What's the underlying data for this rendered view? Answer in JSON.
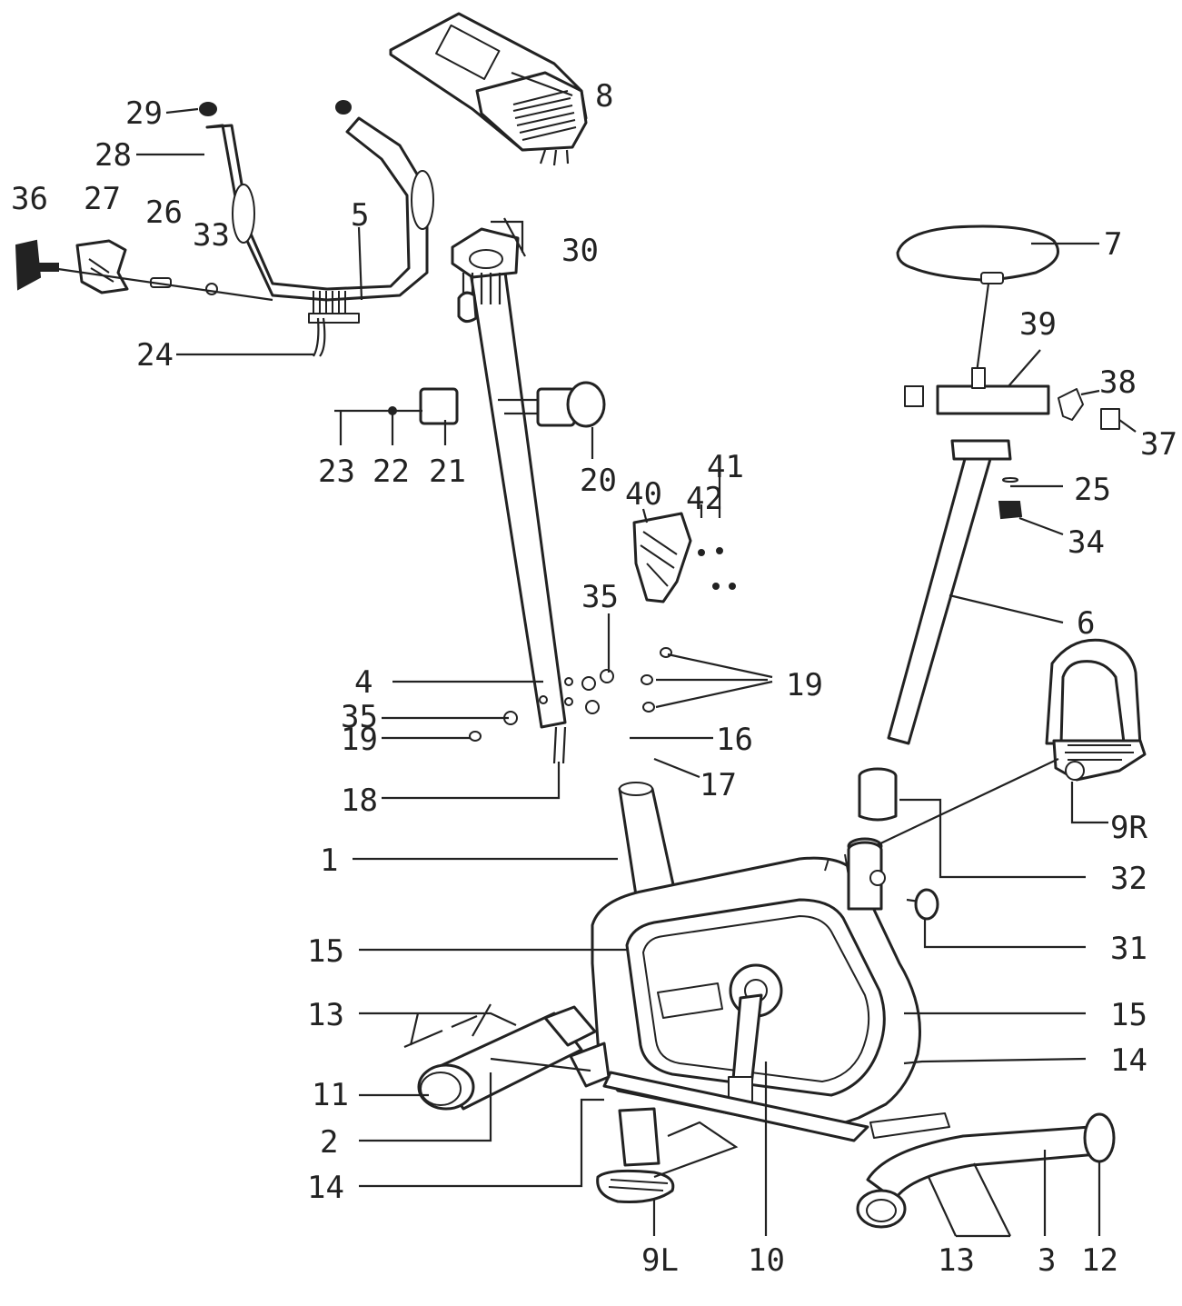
{
  "callouts": {
    "c1": "1",
    "c2": "2",
    "c3": "3",
    "c4": "4",
    "c5": "5",
    "c6": "6",
    "c7": "7",
    "c8": "8",
    "c9L": "9L",
    "c9R": "9R",
    "c10": "10",
    "c11": "11",
    "c12": "12",
    "c13a": "13",
    "c13b": "13",
    "c14a": "14",
    "c14b": "14",
    "c15a": "15",
    "c15b": "15",
    "c16": "16",
    "c17": "17",
    "c18": "18",
    "c19a": "19",
    "c19b": "19",
    "c20": "20",
    "c21": "21",
    "c22": "22",
    "c23": "23",
    "c24": "24",
    "c25": "25",
    "c26": "26",
    "c27": "27",
    "c28": "28",
    "c29": "29",
    "c30": "30",
    "c31": "31",
    "c32": "32",
    "c33": "33",
    "c34": "34",
    "c35a": "35",
    "c35b": "35",
    "c36": "36",
    "c37": "37",
    "c38": "38",
    "c39": "39",
    "c40": "40",
    "c41": "41",
    "c42": "42"
  }
}
